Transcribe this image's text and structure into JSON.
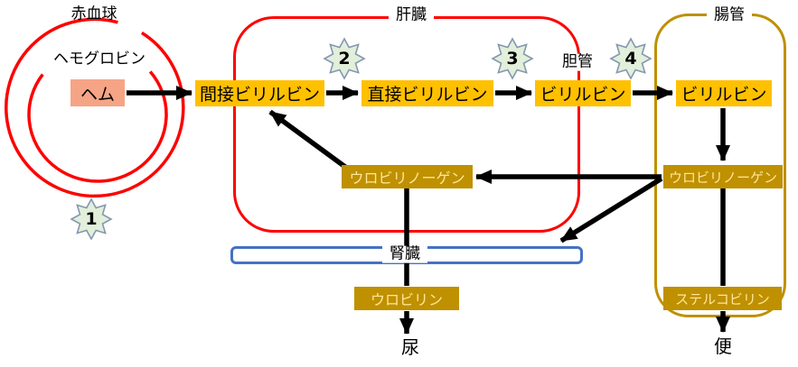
{
  "regions": {
    "red_blood_cell": {
      "label": "赤血球"
    },
    "hemoglobin": {
      "label": "ヘモグロビン"
    },
    "liver": {
      "label": "肝臓"
    },
    "bile_duct": {
      "label": "胆管"
    },
    "intestine": {
      "label": "腸管"
    },
    "kidney": {
      "label": "腎臓"
    }
  },
  "nodes": {
    "heme": {
      "label": "ヘム"
    },
    "indirect_bilirubin": {
      "label": "間接ビリルビン"
    },
    "direct_bilirubin": {
      "label": "直接ビリルビン"
    },
    "bilirubin_bile_duct": {
      "label": "ビリルビン"
    },
    "bilirubin_intestine": {
      "label": "ビリルビン"
    },
    "urobilinogen_liver": {
      "label": "ウロビリノーゲン"
    },
    "urobilinogen_intestine": {
      "label": "ウロビリノーゲン"
    },
    "urobilin": {
      "label": "ウロビリン"
    },
    "stercobilin": {
      "label": "ステルコビリン"
    }
  },
  "outputs": {
    "urine": {
      "label": "尿"
    },
    "feces": {
      "label": "便"
    }
  },
  "badges": [
    {
      "number": "1"
    },
    {
      "number": "2"
    },
    {
      "number": "3"
    },
    {
      "number": "4"
    }
  ],
  "colors": {
    "cell_outline_red": "#fe0000",
    "liver_outline_red": "#fe0000",
    "intestine_outline_gold": "#bf9000",
    "kidney_outline_blue": "#4472c4",
    "orange_box": "#ffc000",
    "heme_box_pink": "#f6a486",
    "gold_box": "#bf9000",
    "gold_box_text": "#ffe699",
    "badge_fill": "#e2efda",
    "badge_border": "#8497b0",
    "arrow": "#000000"
  }
}
